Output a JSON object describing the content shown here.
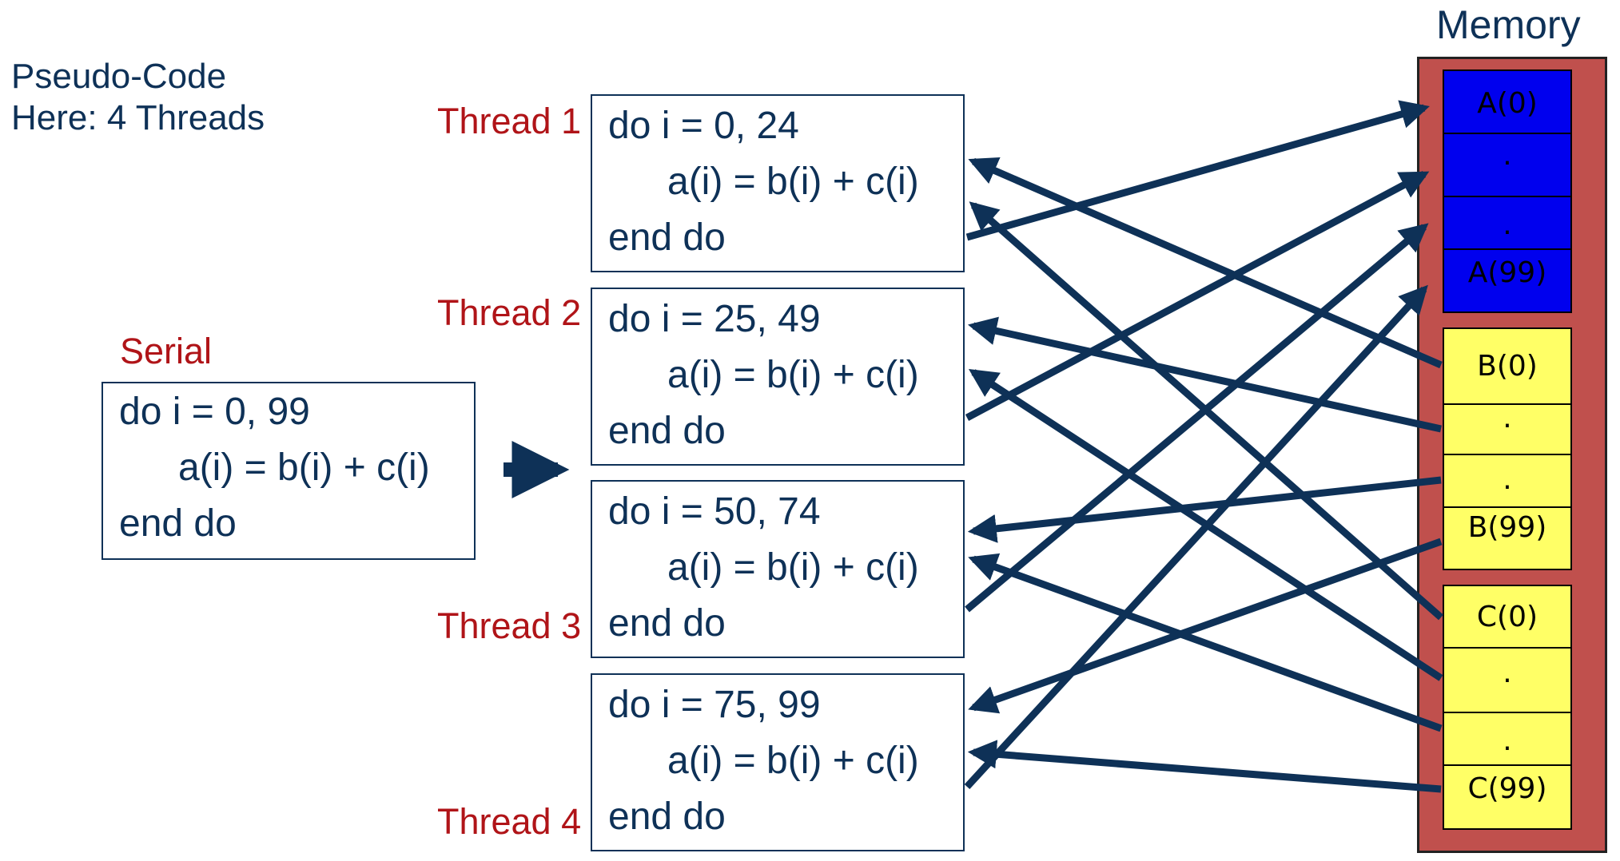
{
  "intro": {
    "line1": "Pseudo-Code",
    "line2": "Here: 4 Threads"
  },
  "serial": {
    "label": "Serial",
    "lines": [
      "do i = 0, 99",
      "a(i) = b(i) + c(i)",
      "end do"
    ]
  },
  "threads": [
    {
      "label": "Thread 1",
      "lines": [
        "do i = 0, 24",
        "a(i) = b(i) + c(i)",
        "end do"
      ]
    },
    {
      "label": "Thread 2",
      "lines": [
        "do i = 25, 49",
        "a(i) = b(i) + c(i)",
        "end do"
      ]
    },
    {
      "label": "Thread 3",
      "lines": [
        "do i = 50, 74",
        "a(i) = b(i) + c(i)",
        "end do"
      ]
    },
    {
      "label": "Thread 4",
      "lines": [
        "do i = 75, 99",
        "a(i) = b(i) + c(i)",
        "end do"
      ]
    }
  ],
  "memory": {
    "title": "Memory",
    "a_cells": [
      "A(0)",
      ".",
      ".",
      "A(99)"
    ],
    "b_cells": [
      "B(0)",
      ".",
      ".",
      "B(99)"
    ],
    "c_cells": [
      "C(0)",
      ".",
      ".",
      "C(99)"
    ]
  },
  "colors": {
    "navy": "#0e3157",
    "thread_red": "#b01418",
    "memory_bg": "#c0504d",
    "a_fill": "#0000ee",
    "bc_fill": "#ffff66"
  }
}
